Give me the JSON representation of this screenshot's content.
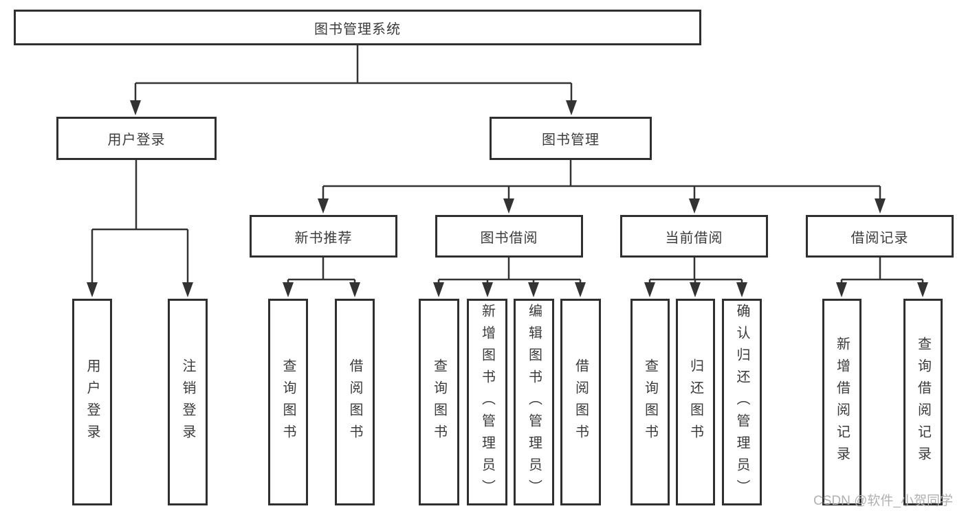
{
  "title": "图书管理系统",
  "watermark": "CSDN @软件_小贺同学",
  "colors": {
    "line": "#333333",
    "box_border": "#2f2f2f",
    "text": "#3b3b3b",
    "watermark": "#b0b0b0",
    "background": "#ffffff"
  },
  "tree": {
    "label": "图书管理系统",
    "children": [
      {
        "label": "用户登录",
        "children": [
          {
            "label": "用户登录"
          },
          {
            "label": "注销登录"
          }
        ]
      },
      {
        "label": "图书管理",
        "children": [
          {
            "label": "新书推荐",
            "children": [
              {
                "label": "查询图书"
              },
              {
                "label": "借阅图书"
              }
            ]
          },
          {
            "label": "图书借阅",
            "children": [
              {
                "label": "查询图书"
              },
              {
                "label": "新增图书（管理员）"
              },
              {
                "label": "编辑图书（管理员）"
              },
              {
                "label": "借阅图书"
              }
            ]
          },
          {
            "label": "当前借阅",
            "children": [
              {
                "label": "查询图书"
              },
              {
                "label": "归还图书"
              },
              {
                "label": "确认归还（管理员）"
              }
            ]
          },
          {
            "label": "借阅记录",
            "children": [
              {
                "label": "新增借阅记录"
              },
              {
                "label": "查询借阅记录"
              }
            ]
          }
        ]
      }
    ]
  }
}
